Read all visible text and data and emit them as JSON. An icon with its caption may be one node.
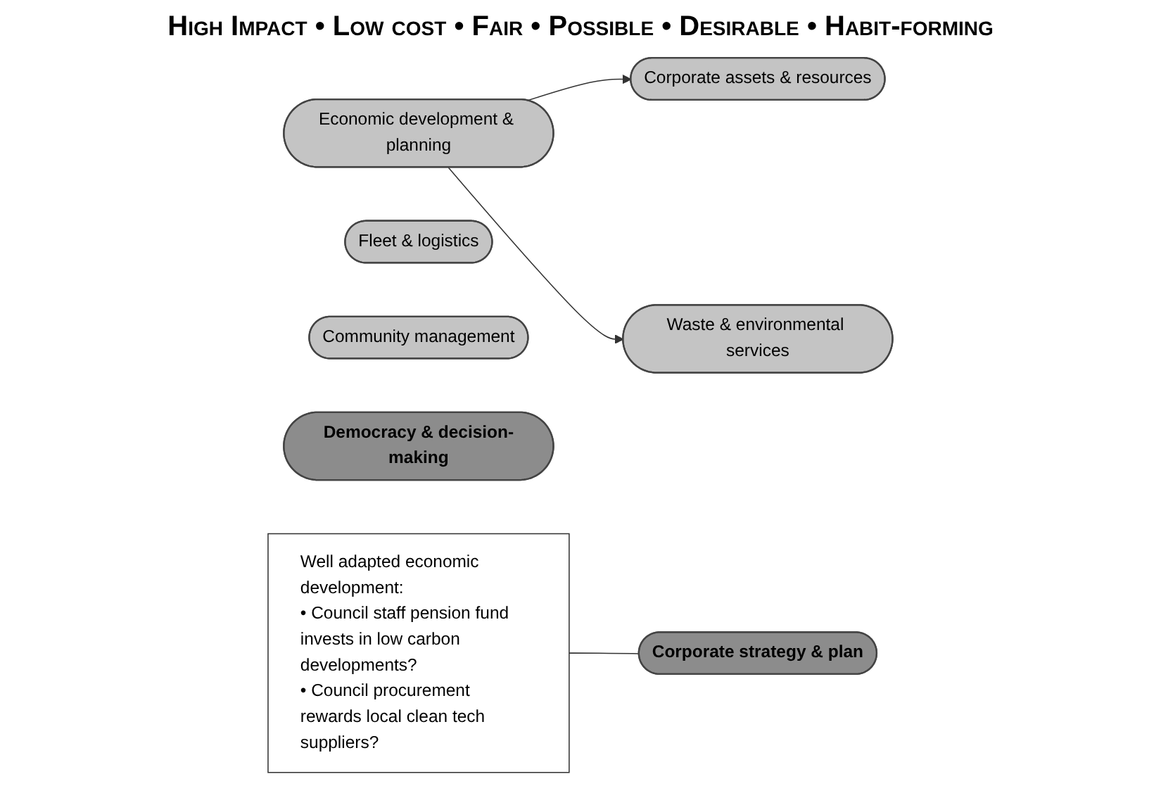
{
  "diagram": {
    "title": "High Impact • Low cost • Fair • Possible • Desirable • Habit-forming",
    "nodes": [
      {
        "text": [
          "Corporate strategy & plan"
        ]
      },
      {
        "text": [
          "Corporate assets & resources"
        ]
      },
      {
        "text": [
          "Economic development & planning"
        ]
      },
      {
        "text": [
          "Waste & environmental services"
        ]
      },
      {
        "text": [
          "Fleet & logistics"
        ]
      },
      {
        "text": [
          "Community management"
        ]
      },
      {
        "text": [
          "Democracy & decision-making"
        ]
      },
      {
        "text": [
          "Well adapted economic development:",
          "• Council staff pension fund invests in low carbon developments?",
          "• Council procurement rewards local clean tech suppliers?"
        ]
      }
    ],
    "edges": [
      {
        "from": 2,
        "to": 1,
        "arrow": "to"
      },
      {
        "from": 2,
        "to": 3,
        "arrow": "to"
      },
      {
        "from": 7,
        "to": 0,
        "arrow": "none"
      }
    ]
  }
}
